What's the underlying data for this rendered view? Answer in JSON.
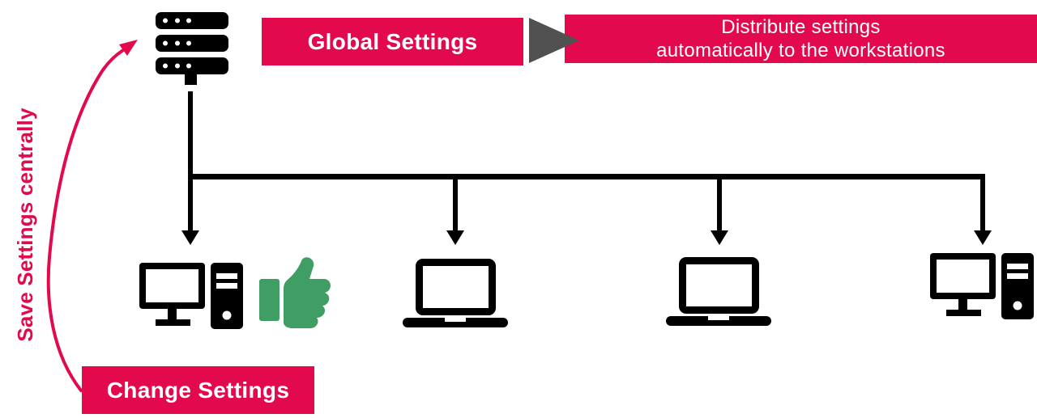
{
  "colors": {
    "red": "#E20A4D",
    "dark_gray": "#515151",
    "green": "#3F9E63",
    "black": "#000000",
    "white": "#FFFFFF"
  },
  "flow": {
    "global_settings_label": "Global Settings",
    "arrow_icon": "triangle-right-icon",
    "distribute_line1": "Distribute settings",
    "distribute_line2": "automatically to the workstations"
  },
  "side_note": {
    "label": "Save Settings centrally"
  },
  "change_banner": {
    "label": "Change Settings"
  },
  "server": {
    "icon": "server-icon"
  },
  "feedback": {
    "icon": "thumbs-up-icon"
  },
  "workstations": [
    {
      "type": "desktop",
      "icon": "desktop-computer-icon",
      "thumbs_up": true
    },
    {
      "type": "laptop",
      "icon": "laptop-icon",
      "thumbs_up": false
    },
    {
      "type": "laptop",
      "icon": "laptop-icon",
      "thumbs_up": false
    },
    {
      "type": "desktop",
      "icon": "desktop-computer-icon",
      "thumbs_up": false
    }
  ]
}
